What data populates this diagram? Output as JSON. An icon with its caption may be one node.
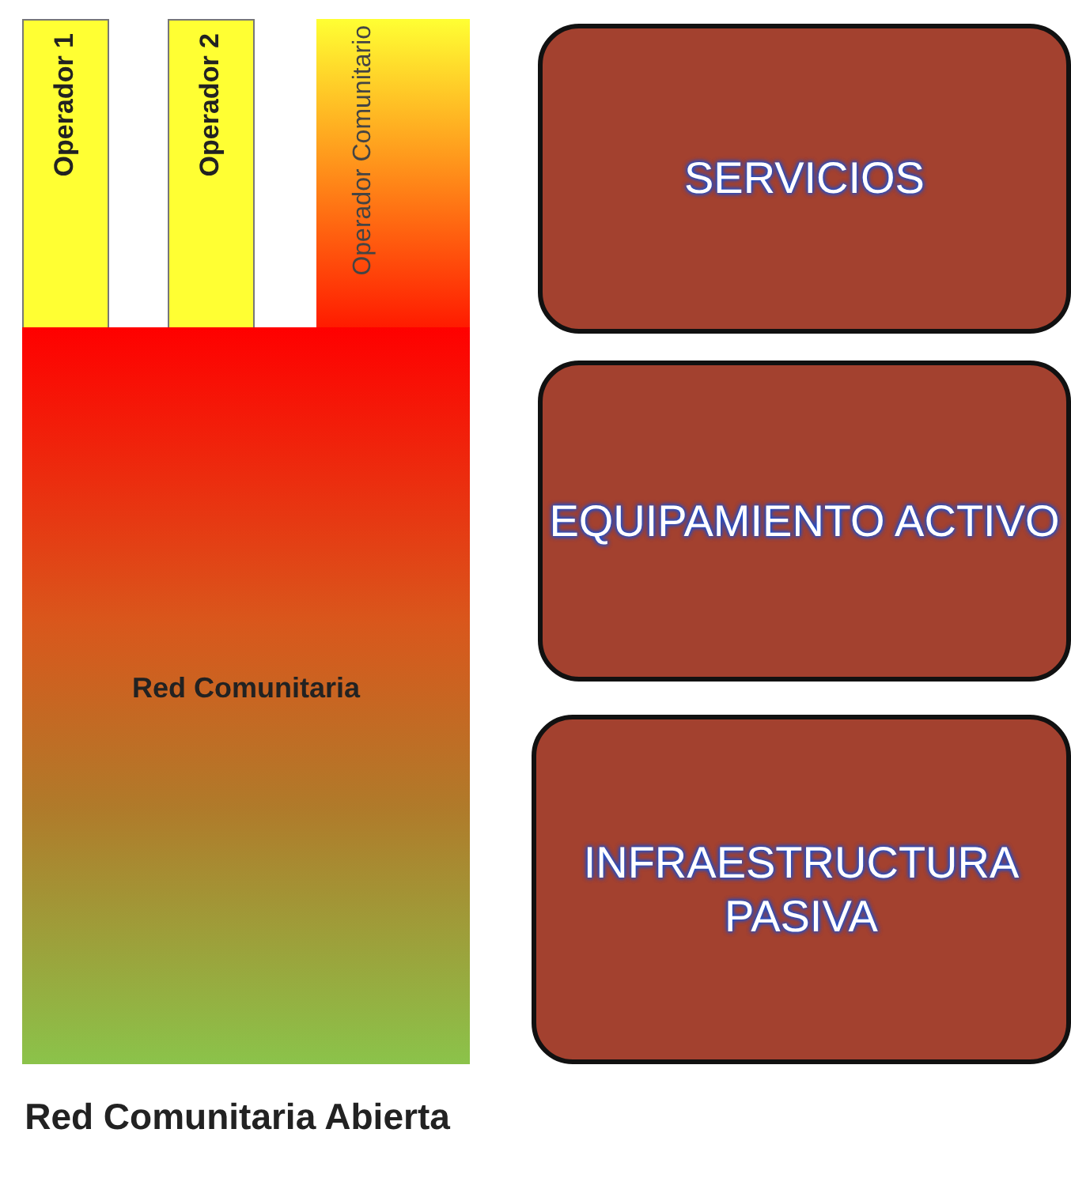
{
  "diagram": {
    "caption": "Red Comunitaria Abierta",
    "nodes": [
      {
        "text": [
          "Operador 1"
        ]
      },
      {
        "text": [
          "Operador 2"
        ]
      },
      {
        "text": [
          "Operador Comunitario"
        ]
      },
      {
        "text": [
          "Red Comunitaria"
        ]
      },
      {
        "text": [
          "SERVICIOS"
        ]
      },
      {
        "text": [
          "EQUIPAMIENTO ACTIVO"
        ]
      },
      {
        "text": [
          "INFRAESTRUCTURA PASIVA"
        ]
      }
    ]
  }
}
